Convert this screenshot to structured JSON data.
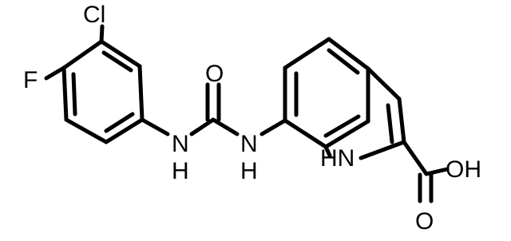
{
  "structure": {
    "atoms": {
      "cl": "Cl",
      "f": "F",
      "urea_o": "O",
      "nh_left": "N",
      "h_left": "H",
      "nh_right": "N",
      "h_right": "H",
      "indole_nh": "HN",
      "acid_oh": "OH",
      "acid_o": "O"
    }
  }
}
